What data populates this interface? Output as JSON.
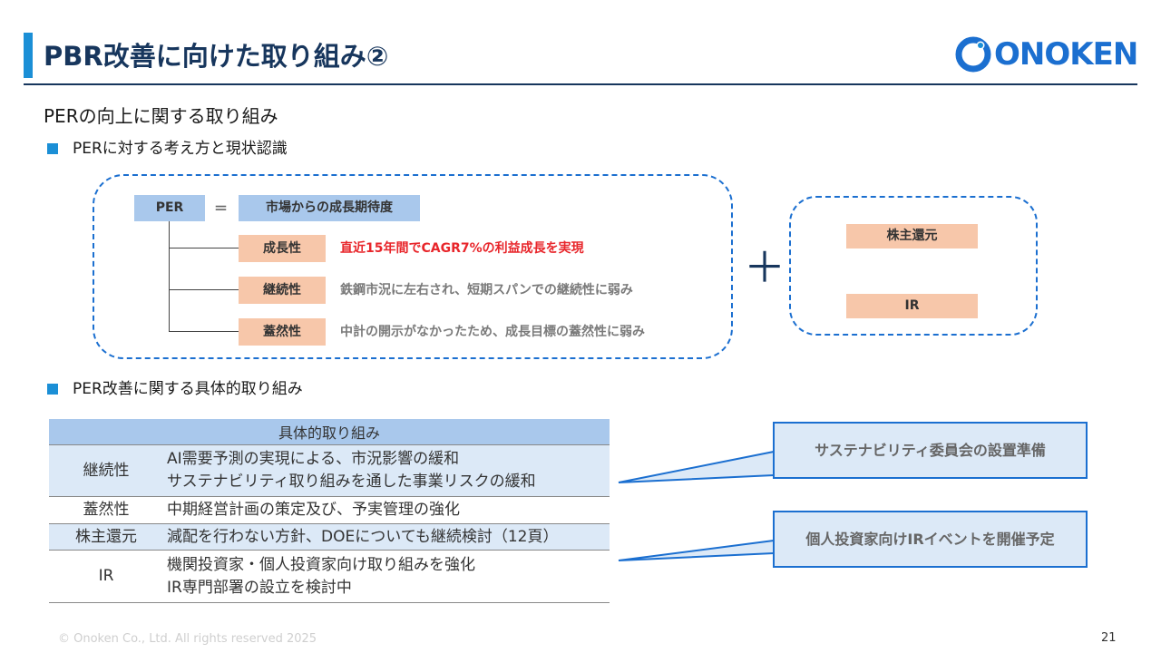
{
  "header": {
    "title": "PBR改善に向けた取り組み②",
    "logo_text": "ONOKEN"
  },
  "subtitle": "PERの向上に関する取り組み",
  "section1": {
    "bullet": "PERに対する考え方と現状認識",
    "per_label": "PER",
    "equals": "＝",
    "market_label": "市場からの成長期待度",
    "factors": [
      {
        "label": "成長性",
        "text": "直近15年間でCAGR7%の利益成長を実現",
        "highlight": true
      },
      {
        "label": "継続性",
        "text": "鉄鋼市況に左右され、短期スパンでの継続性に弱み",
        "highlight": false
      },
      {
        "label": "蓋然性",
        "text": "中計の開示がなかったため、成長目標の蓋然性に弱み",
        "highlight": false
      }
    ],
    "plus": "＋",
    "right_items": [
      "株主還元",
      "IR"
    ]
  },
  "section2": {
    "bullet": "PER改善に関する具体的取り組み",
    "table_header": "具体的取り組み",
    "rows": [
      {
        "category": "継続性",
        "lines": [
          "AI需要予測の実現による、市況影響の緩和",
          "サステナビリティ取り組みを通した事業リスクの緩和"
        ]
      },
      {
        "category": "蓋然性",
        "lines": [
          "中期経営計画の策定及び、予実管理の強化"
        ]
      },
      {
        "category": "株主還元",
        "lines": [
          "減配を行わない方針、DOEについても継続検討（12頁）"
        ]
      },
      {
        "category": "IR",
        "lines": [
          "機関投資家・個人投資家向け取り組みを強化",
          "IR専門部署の設立を検討中"
        ]
      }
    ],
    "callouts": [
      "サステナビリティ委員会の設置準備",
      "個人投資家向けIRイベントを開催予定"
    ]
  },
  "footer": {
    "copyright": "© Onoken Co., Ltd. All rights reserved 2025",
    "page_number": "21"
  },
  "colors": {
    "accent": "#1b8fd6",
    "navy": "#17365d",
    "light_blue": "#a9c8ec",
    "orange": "#f7c7aa",
    "red": "#e8262b"
  }
}
